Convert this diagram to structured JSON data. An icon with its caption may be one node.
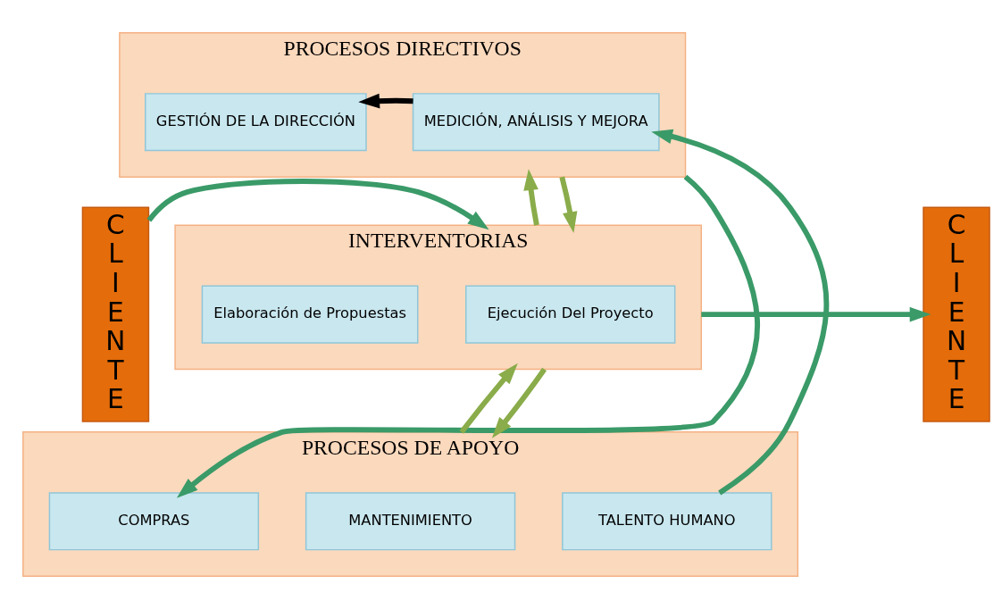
{
  "diagram": {
    "nodes": [
      {
        "text": [
          "CLIENTE"
        ]
      },
      {
        "text": [
          "PROCESOS DIRECTIVOS"
        ]
      },
      {
        "text": [
          "GESTIÓN DE LA DIRECCIÓN"
        ],
        "in": 1
      },
      {
        "text": [
          "MEDICIÓN, ANÁLISIS Y MEJORA"
        ],
        "in": 1
      },
      {
        "text": [
          "INTERVENTORIAS"
        ]
      },
      {
        "text": [
          "Elaboración de Propuestas"
        ],
        "in": 4
      },
      {
        "text": [
          "Ejecución Del Proyecto"
        ],
        "in": 4
      },
      {
        "text": [
          "PROCESOS DE APOYO"
        ]
      },
      {
        "text": [
          "COMPRAS"
        ],
        "in": 7
      },
      {
        "text": [
          "MANTENIMIENTO"
        ],
        "in": 7
      },
      {
        "text": [
          "TALENTO HUMANO"
        ],
        "in": 7
      },
      {
        "text": [
          "CLIENTE"
        ]
      }
    ],
    "edges": [
      {
        "from": 3,
        "to": 2,
        "arrow": "to",
        "color": "#000000"
      },
      {
        "from": 1,
        "to": 4,
        "arrow": "to",
        "color": "#8aac4a"
      },
      {
        "from": 4,
        "to": 1,
        "arrow": "to",
        "color": "#8aac4a"
      },
      {
        "from": 4,
        "to": 7,
        "arrow": "to",
        "color": "#8aac4a"
      },
      {
        "from": 7,
        "to": 4,
        "arrow": "to",
        "color": "#8aac4a"
      },
      {
        "from": 0,
        "to": 4,
        "arrow": "to"
      },
      {
        "from": 1,
        "to": 8,
        "arrow": "to"
      },
      {
        "from": 4,
        "to": 11,
        "arrow": "to"
      },
      {
        "from": 10,
        "to": 3,
        "arrow": "to"
      }
    ]
  }
}
